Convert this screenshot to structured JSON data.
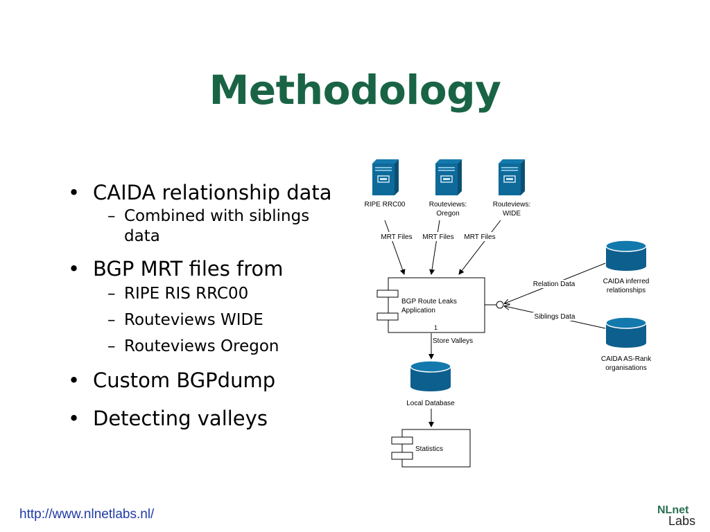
{
  "slide": {
    "title": "Methodology",
    "footer_url": "http://www.nlnetlabs.nl/",
    "logo": {
      "line1": "NLnet",
      "line2": "Labs"
    }
  },
  "bullets": [
    {
      "text": "CAIDA relationship data",
      "sub": [
        "Combined with siblings data"
      ]
    },
    {
      "text": "BGP MRT files from",
      "sub": [
        "RIPE RIS RRC00",
        "Routeviews WIDE",
        "Routeviews Oregon"
      ]
    },
    {
      "text": "Custom BGPdump",
      "sub": []
    },
    {
      "text": "Detecting valleys",
      "sub": []
    }
  ],
  "diagram": {
    "servers": [
      {
        "label1": "RIPE RRC00",
        "label2": ""
      },
      {
        "label1": "Routeviews:",
        "label2": "Oregon"
      },
      {
        "label1": "Routeviews:",
        "label2": "WIDE"
      }
    ],
    "mrt_label": "MRT Files",
    "app_label1": "BGP Route Leaks",
    "app_label2": "Application",
    "caida_inferred_1": "CAIDA inferred",
    "caida_inferred_2": "relationships",
    "caida_asrank_1": "CAIDA AS-Rank",
    "caida_asrank_2": "organisations",
    "relation_data": "Relation Data",
    "siblings_data": "Siblings Data",
    "multiplicity": "1",
    "store_valleys": "Store Valleys",
    "local_db": "Local Database",
    "statistics": "Statistics",
    "colors": {
      "db_fill": "#0d5f8e",
      "server_front": "#0e6a99",
      "server_side": "#0a4f74",
      "title": "#1a6446"
    }
  }
}
